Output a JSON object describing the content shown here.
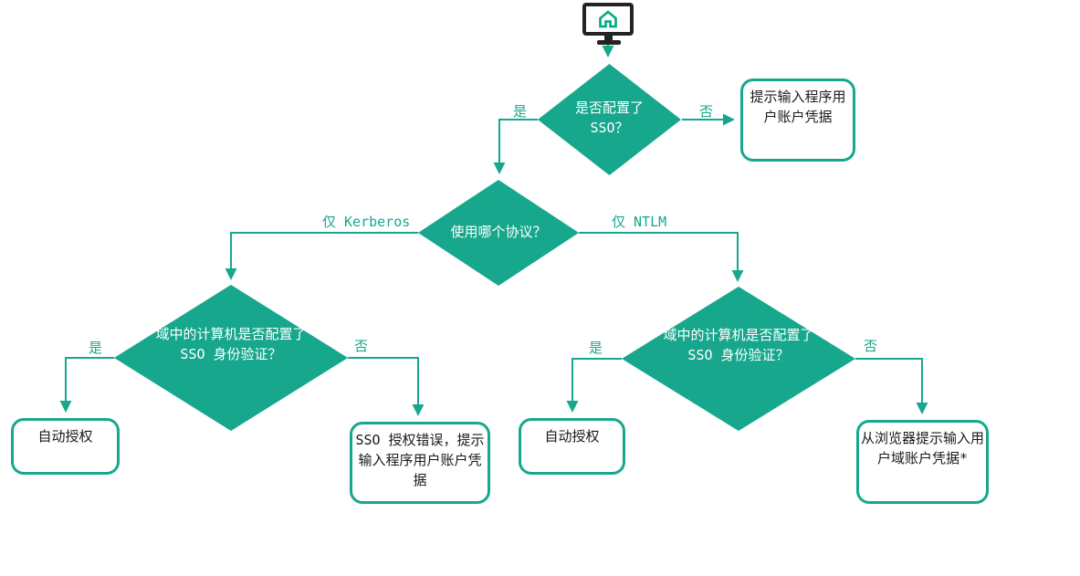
{
  "colors": {
    "accent": "#17A78D",
    "icon_green": "#01A982",
    "monitor_frame": "#232323",
    "box_text": "#1A1A1A",
    "diamond_text": "#FFFFFF"
  },
  "start": {
    "icon": "monitor-home-icon"
  },
  "diamonds": {
    "sso_configured": "是否配置了\nSSO？",
    "which_protocol": "使用哪个协议？",
    "kerberos_domain_sso": "域中的计算机是否配置了\nSSO 身份验证？",
    "ntlm_domain_sso": "域中的计算机是否配置了\nSSO 身份验证？"
  },
  "boxes": {
    "prompt_app_credentials": "提示输入程序用\n户账户凭据",
    "auto_auth_left": "自动授权",
    "sso_error_prompt": "SSO 授权错误，提示\n输入程序用户账户凭\n据",
    "auto_auth_right": "自动授权",
    "browser_prompt_domain": "从浏览器提示输入用\n户域账户凭据*"
  },
  "edge_labels": {
    "yes1": "是",
    "no1": "否",
    "kerberos": "仅 Kerberos",
    "ntlm": "仅 NTLM",
    "yes2": "是",
    "no2": "否",
    "yes3": "是",
    "no3": "否"
  }
}
